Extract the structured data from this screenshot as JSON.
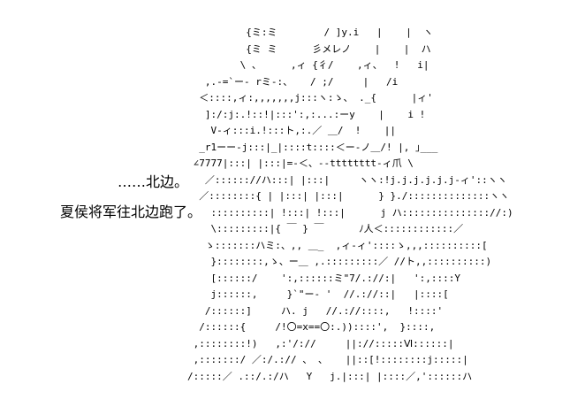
{
  "scene": {
    "background_color": "#ffffff",
    "ink_color": "#000000"
  },
  "dialogue": {
    "line1": "……北边。",
    "line2": "夏侯将军往北边跑了。"
  },
  "ascii_art": {
    "lines": [
      "          {ミ:ミ        / ]y.i   |    |  ヽ",
      "          {ミ ミ      彡メレノ    |    |  ハ",
      "         \\ 、     ,ィ {彳/    ,ィ、  !   i|",
      "   ,.-=`ー‐ rミ-:、   / ;/     |   /i",
      "  ＜::::,ィ:,,,,,,,j:::ヽ:ゝ、 ._{      |ィ'",
      "   ]:/:j:.!::!|:::':,:...:ーy    |    i !",
      "    V-ィ:::i.!:::ト,:.／ ＿/  !    ||",
      "  _r1ーー-j:::|_|::::t::::＜ー‐ノ＿/! |, ｣___",
      " ∠7777|:::| |:::|=-＜、--tttttttt-ィ爪 \\",
      "   ／:::::://ハ:::| |:::|     ヽヽ:!j.j.j.j.j.j-ィ'::ヽヽ",
      "  ／::::::::{ | |:::| |:::|      } }./::::::::::::::ヽヽ",
      "    ::::::::::| !:::| !:::|      j ハ::::::::::::::://:)",
      "    \\:::::::::|{ ￣ } ￣      ﾉ人＜::::::::::::／",
      "   ゝ:::::::ハミ:、,, ＿_  ,ィ-ィ'::::ゝ,,,::::::::::[",
      "    }::::::::,ゝ、ー＿ ,.:::::::::／ //ト,,::::::::::)",
      "    [::::::/    ':,::::::ミ\"7/.://:|   ':,::::Y",
      "    j::::::,     }`\"ー- '  //.://::|   |::::[",
      "   /::::::]     ハ. j   //.://::::,   !::::'",
      "  /::::::{     /!〇=x==〇:.))::::',  }::::,",
      " ,::::::::!)   ,:'/://     ||://:::::Ⅵ::::::|",
      " ,:::::::/ ／:/.:// 、 、   ||::[!::::::::j:::::|",
      "/:::::／ .::/.:/ハ   Y   j.|:::| |::::／,'::::::ハ"
    ]
  }
}
